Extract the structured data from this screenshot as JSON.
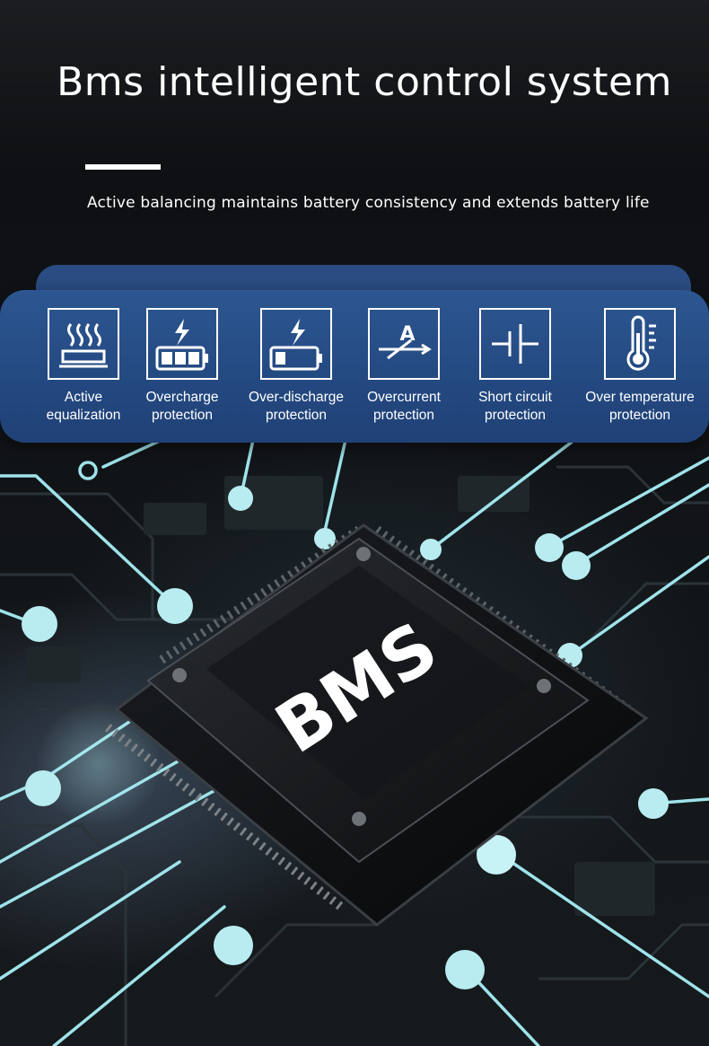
{
  "title": "Bms intelligent control system",
  "subtitle": "Active balancing maintains battery consistency and extends battery life",
  "features": [
    {
      "icon": "heating-icon",
      "line1": "Active",
      "line2": "equalization"
    },
    {
      "icon": "battery-charging-icon",
      "line1": "Overcharge",
      "line2": "protection"
    },
    {
      "icon": "battery-low-icon",
      "line1": "Over-discharge",
      "line2": "protection"
    },
    {
      "icon": "ammeter-icon",
      "line1": "Overcurrent",
      "line2": "protection"
    },
    {
      "icon": "capacitor-icon",
      "line1": "Short circuit",
      "line2": "protection"
    },
    {
      "icon": "thermometer-icon",
      "line1": "Over temperature",
      "line2": "protection"
    }
  ],
  "chip": {
    "label": "BMS"
  },
  "colors": {
    "panel": "#2a5088",
    "circuit": "#9fe3ea",
    "background": "#0e1013"
  }
}
